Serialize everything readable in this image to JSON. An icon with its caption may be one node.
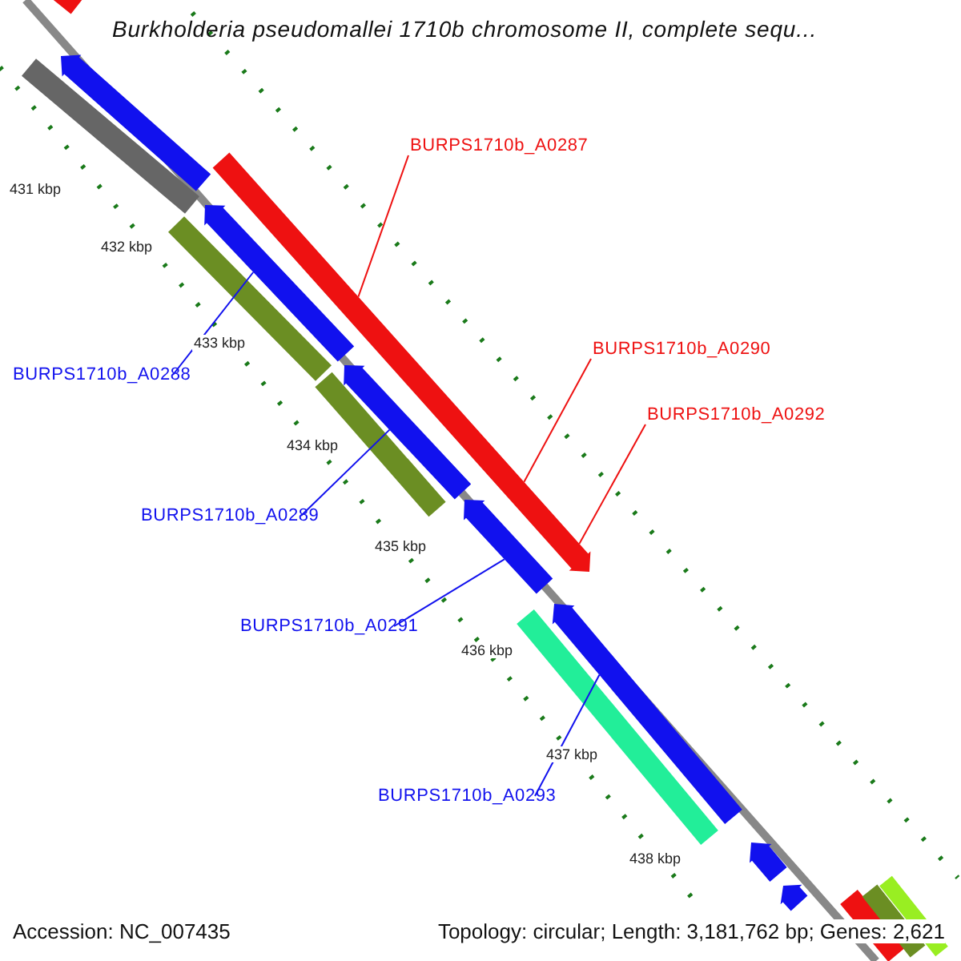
{
  "diagram": {
    "title": "Burkholderia pseudomallei 1710b chromosome II, complete sequ...",
    "nodes": [
      {
        "text": [
          "BURPS1710b_A0287"
        ]
      },
      {
        "text": [],
        "shape": "bar"
      },
      {
        "text": [
          "BURPS1710b_A0290"
        ]
      },
      {
        "text": [
          "BURPS1710b_A0292"
        ]
      },
      {
        "text": [
          "BURPS1710b_A0288"
        ]
      },
      {
        "text": [],
        "shape": "bar"
      },
      {
        "text": [
          "BURPS1710b_A0289"
        ]
      },
      {
        "text": [],
        "shape": "bar"
      },
      {
        "text": [
          "BURPS1710b_A0291"
        ]
      },
      {
        "text": [],
        "shape": "bar"
      },
      {
        "text": [
          "BURPS1710b_A0293"
        ]
      },
      {
        "text": [],
        "shape": "bar"
      },
      {
        "text": [],
        "shape": "bar"
      },
      {
        "text": [],
        "shape": "bar"
      },
      {
        "text": [],
        "shape": "bar"
      },
      {
        "text": [],
        "shape": "bar"
      },
      {
        "text": [],
        "shape": "bar"
      },
      {
        "text": [],
        "shape": "bar"
      },
      {
        "text": [],
        "shape": "bar"
      },
      {
        "text": [],
        "shape": "bar"
      },
      {
        "text": [],
        "shape": "bar"
      },
      {
        "text": [],
        "shape": "bar"
      },
      {
        "text": [],
        "shape": "bar"
      }
    ],
    "edges": [
      {
        "from": 0,
        "to": 1,
        "arrow": "none",
        "color": "#ee1111"
      },
      {
        "from": 2,
        "to": 1,
        "arrow": "none",
        "color": "#ee1111"
      },
      {
        "from": 3,
        "to": 1,
        "arrow": "none",
        "color": "#ee1111"
      },
      {
        "from": 4,
        "to": 5,
        "arrow": "none"
      },
      {
        "from": 6,
        "to": 7,
        "arrow": "none"
      },
      {
        "from": 8,
        "to": 9,
        "arrow": "none"
      },
      {
        "from": 10,
        "to": 11,
        "arrow": "none"
      }
    ],
    "labels": [
      "431 kbp",
      "432 kbp",
      "433 kbp",
      "434 kbp",
      "435 kbp",
      "436 kbp",
      "437 kbp",
      "438 kbp",
      "Accession: NC_007435",
      "Topology: circular; Length: 3,181,762 bp; Genes: 2,621"
    ]
  }
}
